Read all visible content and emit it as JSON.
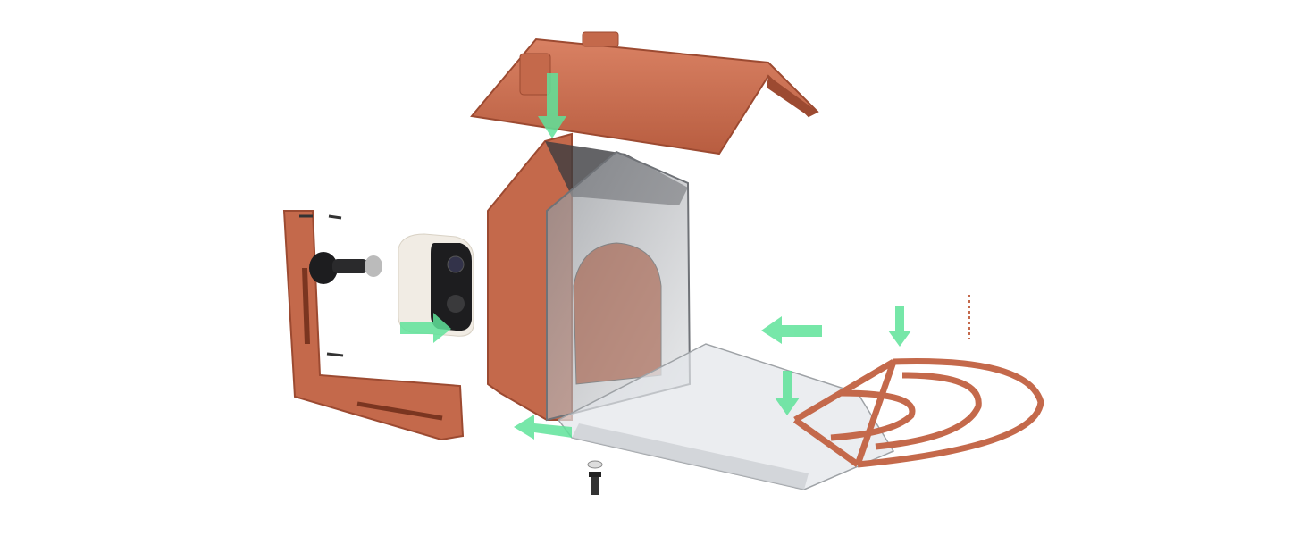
{
  "figure": {
    "kind": "exploded-assembly-view",
    "parts": [
      "roof",
      "feeder-house",
      "clear-seed-chamber",
      "seed-tray",
      "perch-ring",
      "wall-bracket",
      "camera",
      "screw",
      "washer"
    ]
  },
  "colors": {
    "background": "#ffffff",
    "terracotta": "#c4694b",
    "terracotta_dark": "#9c4a31",
    "terracotta_light": "#d98163",
    "arrow_green": "#5fe39a",
    "clear_plastic": "#b9bcc0",
    "camera_white": "#f1ece4",
    "camera_black": "#1d1d1f"
  }
}
